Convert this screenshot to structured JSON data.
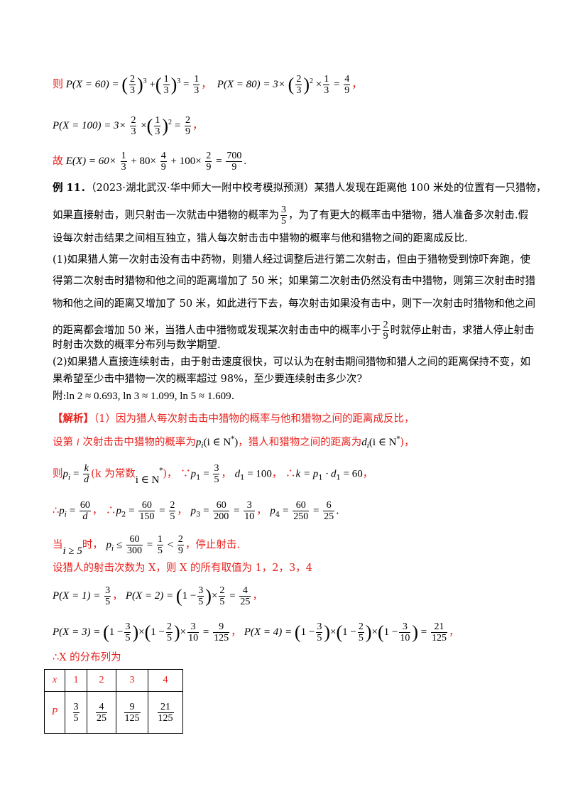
{
  "intro": {
    "l1": {
      "pre": "则",
      "px60": "P(X = 60) = ",
      "a_num": "2",
      "a_den": "3",
      "exp3": "3",
      "b_num": "1",
      "b_den": "3",
      "r1_num": "1",
      "r1_den": "3",
      "px80": "P(X = 80) = 3×",
      "c_num": "2",
      "c_den": "3",
      "exp2": "2",
      "d_num": "1",
      "d_den": "3",
      "r2_num": "4",
      "r2_den": "9",
      "sep1": "，",
      "sep2": "，"
    },
    "l2": {
      "px100": "P(X = 100) = 3×",
      "a_num": "2",
      "a_den": "3",
      "b_num": "1",
      "b_den": "3",
      "exp2": "2",
      "r_num": "2",
      "r_den": "9",
      "sep": "，"
    },
    "l3": {
      "pre": "故",
      "ex": "E(X) = 60×",
      "a_num": "1",
      "a_den": "3",
      "mid1": " + 80×",
      "b_num": "4",
      "b_den": "9",
      "mid2": " + 100×",
      "c_num": "2",
      "c_den": "9",
      "eq": " = ",
      "r_num": "700",
      "r_den": "9",
      "end": "."
    }
  },
  "problem": {
    "label": "例 11．",
    "source": "（2023·湖北武汉·华中师大一附中校考模拟预测）某猎人发现在距离他 100 米处的位置有一只猎物，",
    "p2a": "如果直接射击，则只射击一次就击中猎物的概率为",
    "p2_num": "3",
    "p2_den": "5",
    "p2b": "，为了有更大的概率击中猎物，猎人准备多次射击.假",
    "p3": "设每次射击结果之间相互独立，猎人每次射击击中猎物的概率与他和猎物之间的距离成反比.",
    "q1a": "(1)如果猎人第一次射击没有击中药物，则猎人经过调整后进行第二次射击，但由于猎物受到惊吓奔跑，使",
    "q1b": "得第二次射击时猎物和他之间的距离增加了 50 米；如果第二次射击仍然没有击中猎物，则第三次射击时猎",
    "q1c": "物和他之间的距离又增加了 50 米，如此进行下去，每次射击如果没有击中，则下一次射击时猎物和他之间",
    "q1d_a": "的距离都会增加 50 米，当猎人击中猎物或发现某次射击击中的概率小于",
    "q1d_num": "2",
    "q1d_den": "9",
    "q1d_b": "时就停止射击，求猎人停止射击",
    "q1e": "时射击次数的概率分布列与数学期望.",
    "q2a": "(2)如果猎人直接连续射击，由于射击速度很快，可以认为在射击期间猎物和猎人之间的距离保持不变，如",
    "q2b": "果希望至少击中猎物一次的概率超过 98%，至少要连续射击多少次?",
    "note_pre": "附:",
    "note": "ln 2 ≈ 0.693, ln 3 ≈ 1.099, ln 5 ≈ 1.609",
    "note_end": "."
  },
  "solution": {
    "label": "【解析】",
    "s1": "（1）因为猎人每次射击击中猎物的概率与他和猎物之间的距离成反比，",
    "s2a": "设第 ",
    "s2i": "i",
    "s2b": " 次射击击中猎物的概率为",
    "s2p": "p",
    "s2pi": "i",
    "s2c": "(i ∈ N",
    "s2d": ")",
    "s2e": "，猎人和猎物之间的距离为",
    "s2f": "d",
    "s2g": "(i ∈ N",
    "s2h": ")，",
    "s3a": "则",
    "s3p": "p",
    "s3eq": " = ",
    "s3_num": "k",
    "s3_den": "d",
    "s3b": "(k 为常数",
    "s3c": "i ∈ N",
    "s3d": ")，",
    "s3e": "∵",
    "s3f": "p",
    "s3g": " = ",
    "s3_num2": "3",
    "s3_den2": "5",
    "s3h": "，",
    "s3i": "d",
    "s3j": " = 100",
    "s3k": "，",
    "s3l": "∴",
    "s3m": "k = p",
    "s3n": " · d",
    "s3o": " = 60",
    "s3q": "，",
    "s4a": "∴",
    "s4p": "p",
    "s4_num": "60",
    "s4_den": "d",
    "s4b": "，",
    "s4c": "∴",
    "s4d": "p",
    "s4_n1": "60",
    "s4_d1": "150",
    "s4_r1n": "2",
    "s4_r1d": "5",
    "s4e": "，",
    "s4f": "p",
    "s4_n2": "60",
    "s4_d2": "200",
    "s4_r2n": "3",
    "s4_r2d": "10",
    "s4g": "，",
    "s4h": "p",
    "s4_n3": "60",
    "s4_d3": "250",
    "s4_r3n": "6",
    "s4_r3d": "25",
    "s4i": ".",
    "s5a": "当",
    "s5b": "i ≥ 5",
    "s5c": "时，",
    "s5p": "p",
    "s5_n1": "60",
    "s5_d1": "300",
    "s5_n2": "1",
    "s5_d2": "5",
    "s5_n3": "2",
    "s5_d3": "9",
    "s5d": "，停止射击.",
    "s6": "设猎人的射击次数为 X，则 X 的所有取值为 1，2，3，4",
    "s7a": "P(X = 1) = ",
    "s7_n1": "3",
    "s7_d1": "5",
    "s7b": "，",
    "s7c": "P(X = 2) = ",
    "s7_one": "1 −",
    "s7_n2": "3",
    "s7_d2": "5",
    "s7_n3": "2",
    "s7_d3": "5",
    "s7_n4": "4",
    "s7_d4": "25",
    "s7d": "，",
    "s8a": "P(X = 3) = ",
    "s8_one": "1 −",
    "s8_n1": "3",
    "s8_d1": "5",
    "s8_n2": "2",
    "s8_d2": "5",
    "s8_n3": "3",
    "s8_d3": "10",
    "s8_n4": "9",
    "s8_d4": "125",
    "s8b": "，",
    "s8c": "P(X = 4) = ",
    "s8_m1": "3",
    "s8_m1d": "5",
    "s8_m2": "2",
    "s8_m2d": "5",
    "s8_m3": "3",
    "s8_m3d": "10",
    "s8_m4": "21",
    "s8_m4d": "125",
    "s8d": "，",
    "s9": "∴X 的分布列为"
  },
  "table": {
    "header": "x",
    "prob_label": "P",
    "cols": [
      {
        "x": "1",
        "num": "3",
        "den": "5"
      },
      {
        "x": "2",
        "num": "4",
        "den": "25"
      },
      {
        "x": "3",
        "num": "9",
        "den": "125"
      },
      {
        "x": "4",
        "num": "21",
        "den": "125"
      }
    ]
  }
}
